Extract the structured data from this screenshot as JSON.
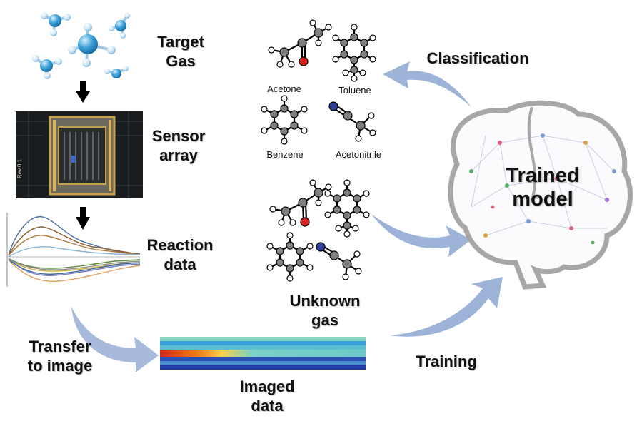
{
  "labels": {
    "target_gas": "Target\nGas",
    "sensor_array": "Sensor\narray",
    "reaction_data": "Reaction\ndata",
    "transfer_to_image": "Transfer\nto image",
    "imaged_data": "Imaged\ndata",
    "unknown_gas": "Unknown\ngas",
    "training": "Training",
    "classification": "Classification",
    "trained_model": "Trained\nmodel"
  },
  "molecules": {
    "acetone": "Acetone",
    "toluene": "Toluene",
    "benzene": "Benzene",
    "acetonitrile": "Acetonitrile"
  },
  "chip_text": "Rev.0.1",
  "colors": {
    "arrow": "#9db3d8",
    "atom_gray": "#7f7f7f",
    "oxygen": "#d9231f",
    "nitrogen": "#2e3f95",
    "water_blue": "#3aa0d8",
    "brain_outline": "#a7a7a7"
  }
}
